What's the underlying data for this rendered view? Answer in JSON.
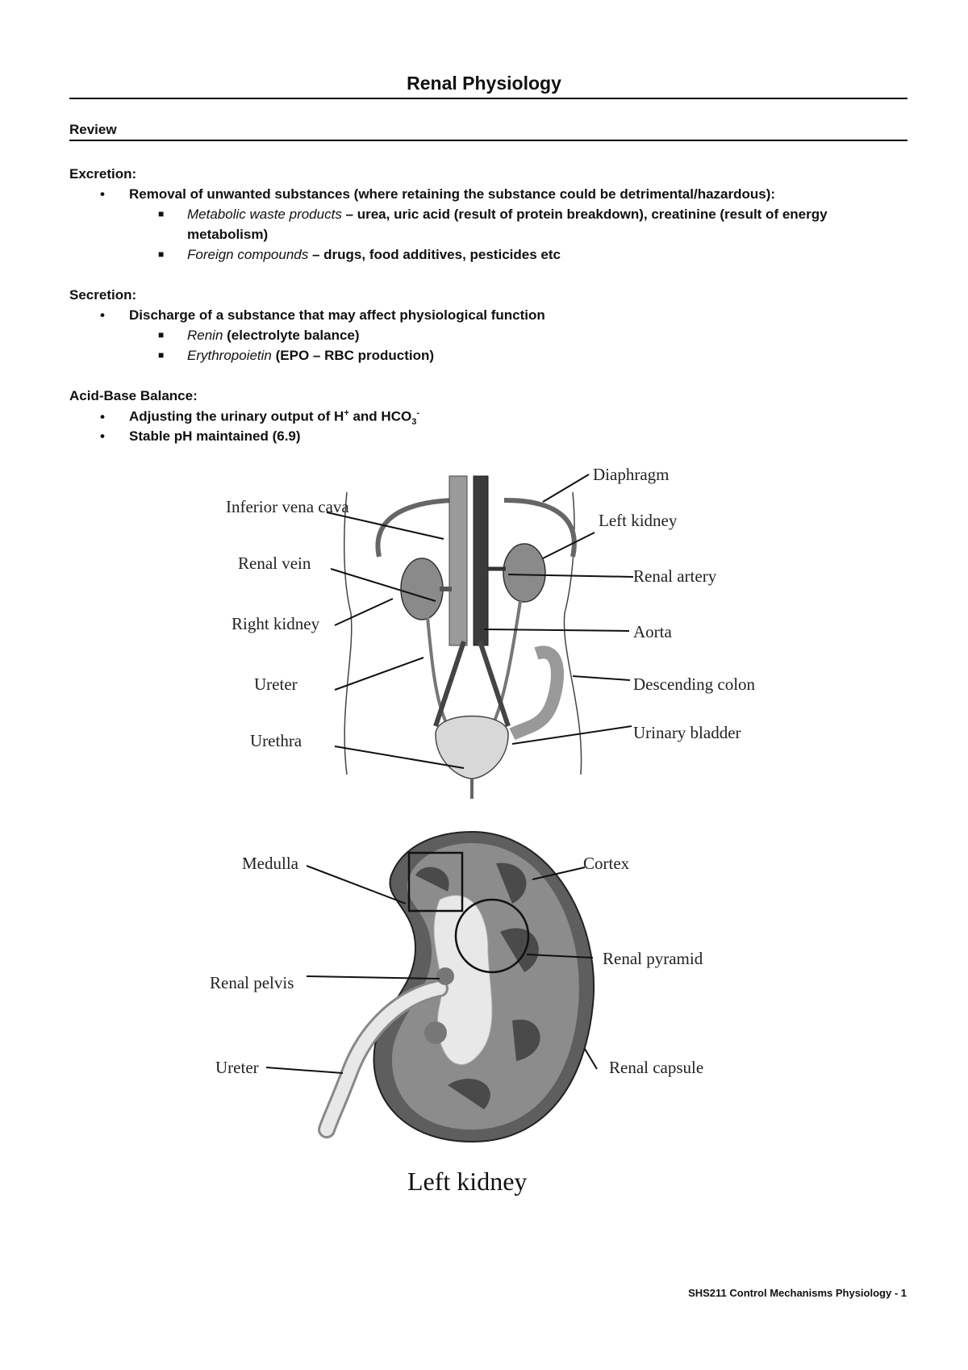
{
  "title": "Renal Physiology",
  "review_heading": "Review",
  "excretion": {
    "heading": "Excretion:",
    "bullet": "Removal of unwanted substances (where retaining the substance could be detrimental/hazardous):",
    "items": [
      {
        "term": "Metabolic waste products",
        "desc": " – urea, uric acid (result of protein breakdown), creatinine (result of energy",
        "desc_cont": "metabolism)"
      },
      {
        "term": "Foreign compounds",
        "desc": " – drugs, food additives, pesticides etc"
      }
    ]
  },
  "secretion": {
    "heading": "Secretion:",
    "bullet": "Discharge of a substance that may affect physiological function",
    "items": [
      {
        "term": "Renin",
        "desc": " (electrolyte balance)"
      },
      {
        "term": "Erythropoietin",
        "desc": " (EPO – RBC production)"
      }
    ]
  },
  "acid_base": {
    "heading": "Acid-Base Balance:",
    "bullet1_pre": "Adjusting the urinary output of H",
    "bullet1_sup1": "+",
    "bullet1_mid": " and HCO",
    "bullet1_sub": "3",
    "bullet1_sup2": "-",
    "bullet2": "Stable pH maintained (6.9)"
  },
  "figure1_labels": {
    "ivc": "Inferior vena cava",
    "renal_vein": "Renal vein",
    "right_kidney": "Right kidney",
    "ureter": "Ureter",
    "urethra": "Urethra",
    "diaphragm": "Diaphragm",
    "left_kidney": "Left kidney",
    "renal_artery": "Renal artery",
    "aorta": "Aorta",
    "descending_colon": "Descending colon",
    "urinary_bladder": "Urinary bladder"
  },
  "figure2_labels": {
    "medulla": "Medulla",
    "renal_pelvis": "Renal pelvis",
    "ureter": "Ureter",
    "cortex": "Cortex",
    "renal_pyramid": "Renal pyramid",
    "renal_capsule": "Renal capsule",
    "caption": "Left kidney"
  },
  "footer": {
    "text": "SHS211 Control Mechanisms Physiology - ",
    "page": "1"
  }
}
